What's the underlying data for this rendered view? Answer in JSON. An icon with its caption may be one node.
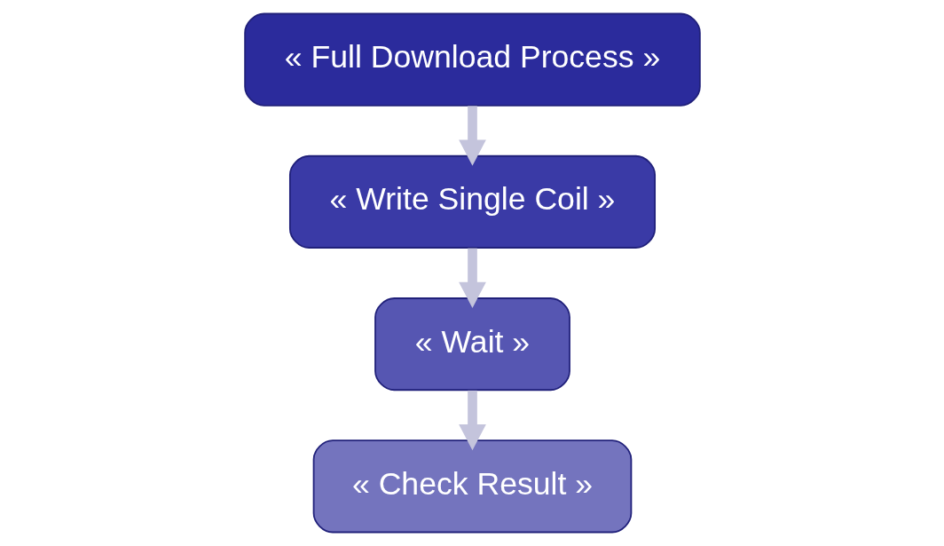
{
  "diagram": {
    "nodes": [
      {
        "text": [
          "« Full Download Process »"
        ]
      },
      {
        "text": [
          "« Write Single Coil »"
        ]
      },
      {
        "text": [
          "« Wait »"
        ]
      },
      {
        "text": [
          "« Check Result »"
        ]
      }
    ],
    "edges": [
      {
        "from": 0,
        "to": 1,
        "arrow": "to"
      },
      {
        "from": 1,
        "to": 2,
        "arrow": "to"
      },
      {
        "from": 2,
        "to": 3,
        "arrow": "to"
      }
    ]
  }
}
